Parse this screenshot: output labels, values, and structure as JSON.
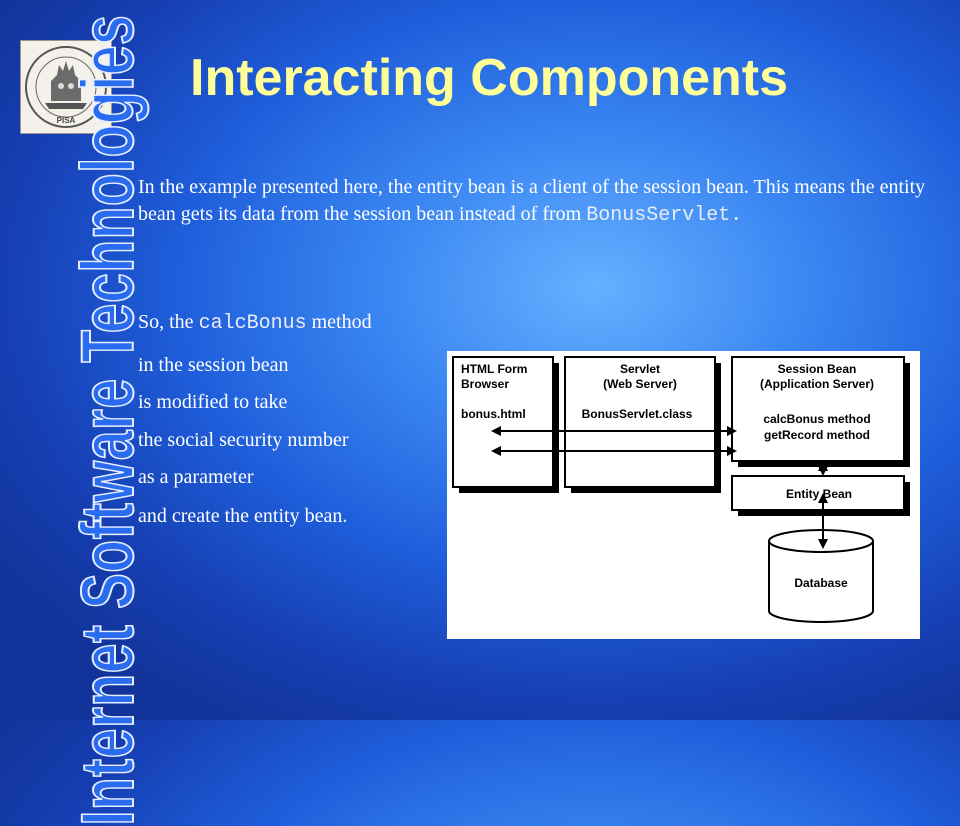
{
  "title": "Interacting Components",
  "side_title": "Internet Software Technologies",
  "paragraph1": {
    "text": "In the example presented here, the entity bean is a client of the session bean. This means the entity bean gets its data from the session bean instead of from ",
    "code": "BonusServlet."
  },
  "paragraph2": {
    "line1_prefix": "So, the ",
    "line1_code": "calcBonus",
    "line1_suffix": " method",
    "lines": [
      "in the session bean",
      "is modified to take",
      "the social security number",
      "as a parameter",
      "and create the entity bean."
    ]
  },
  "logo": {
    "inscription": "PISA"
  },
  "diagram": {
    "browser": {
      "line1": "HTML Form",
      "line2": "Browser",
      "file": "bonus.html"
    },
    "servlet": {
      "line1": "Servlet",
      "line2": "(Web Server)",
      "file": "BonusServlet.class"
    },
    "session": {
      "line1": "Session Bean",
      "line2": "(Application Server)",
      "method1": "calcBonus method",
      "method2": "getRecord method"
    },
    "entity": {
      "label": "Entity Bean"
    },
    "database": {
      "label": "Database"
    }
  },
  "colors": {
    "title": "#ffff99",
    "body_text": "#ffffff",
    "background": "#2a6ff0"
  }
}
